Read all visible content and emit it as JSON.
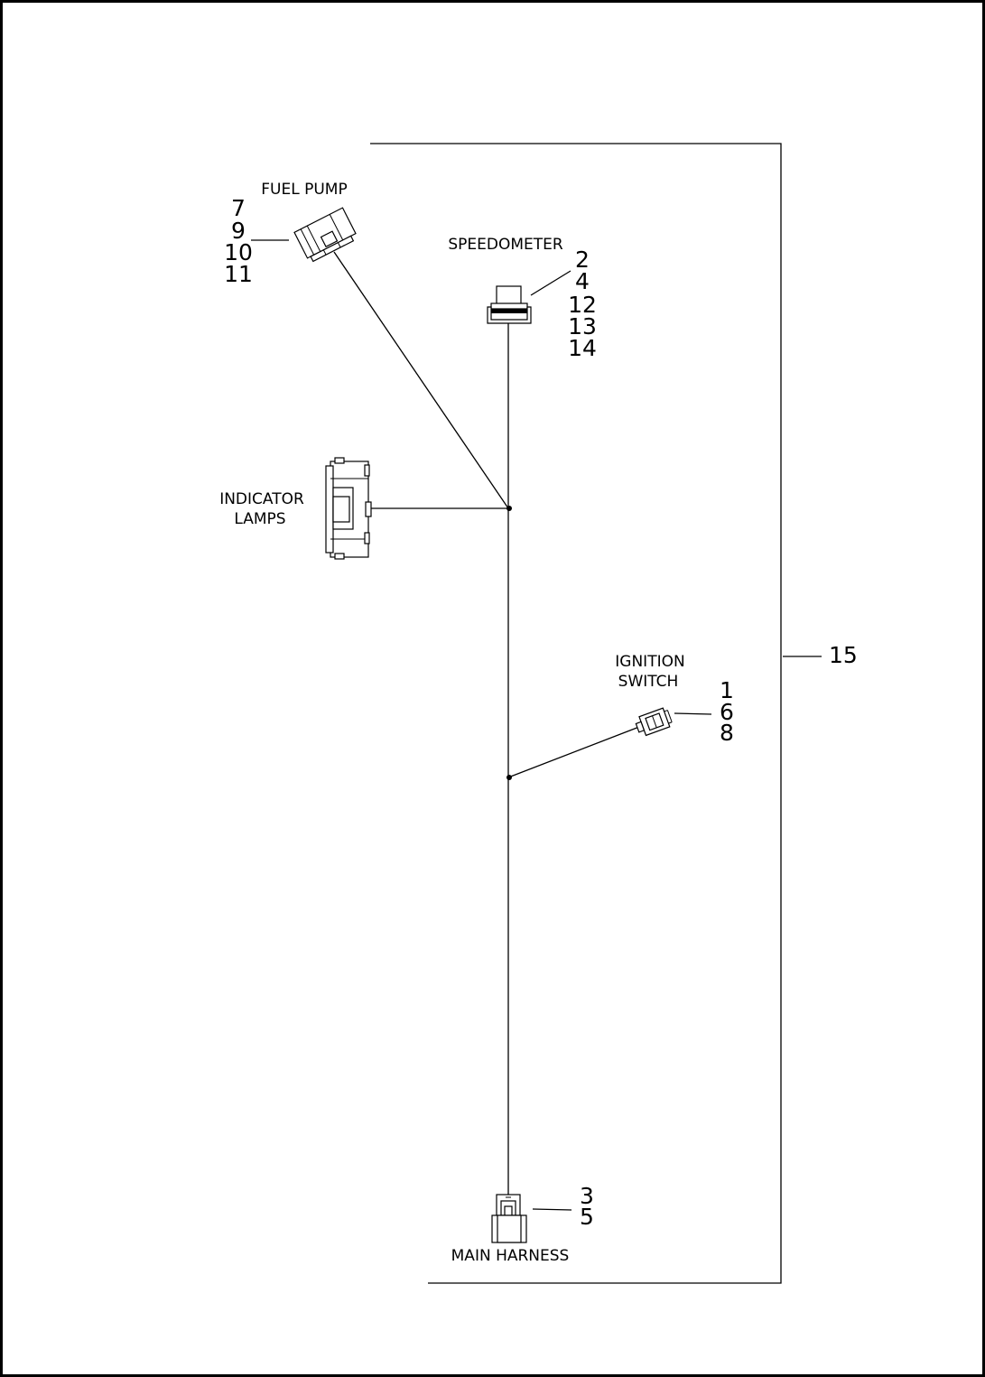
{
  "components": {
    "fuel_pump": {
      "label": "FUEL PUMP",
      "callouts": [
        "7",
        "9",
        "10",
        "11"
      ]
    },
    "speedometer": {
      "label": "SPEEDOMETER",
      "callouts": [
        "2",
        "4",
        "12",
        "13",
        "14"
      ]
    },
    "indicator_lamps": {
      "label_line1": "INDICATOR",
      "label_line2": "LAMPS"
    },
    "ignition_switch": {
      "label_line1": "IGNITION",
      "label_line2": "SWITCH",
      "callouts": [
        "1",
        "6",
        "8"
      ]
    },
    "main_harness": {
      "label": "MAIN HARNESS",
      "callouts": [
        "3",
        "5"
      ]
    }
  },
  "bracket": {
    "callout": "15"
  }
}
